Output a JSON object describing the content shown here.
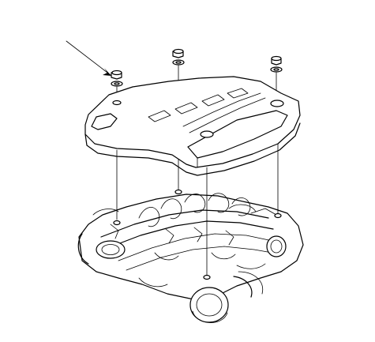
{
  "figure": {
    "type": "exploded-view",
    "subject": "engine-cover-removal",
    "background": "#ffffff",
    "line_color": "#000000",
    "fastener_count": 4,
    "callout_count": 1
  }
}
